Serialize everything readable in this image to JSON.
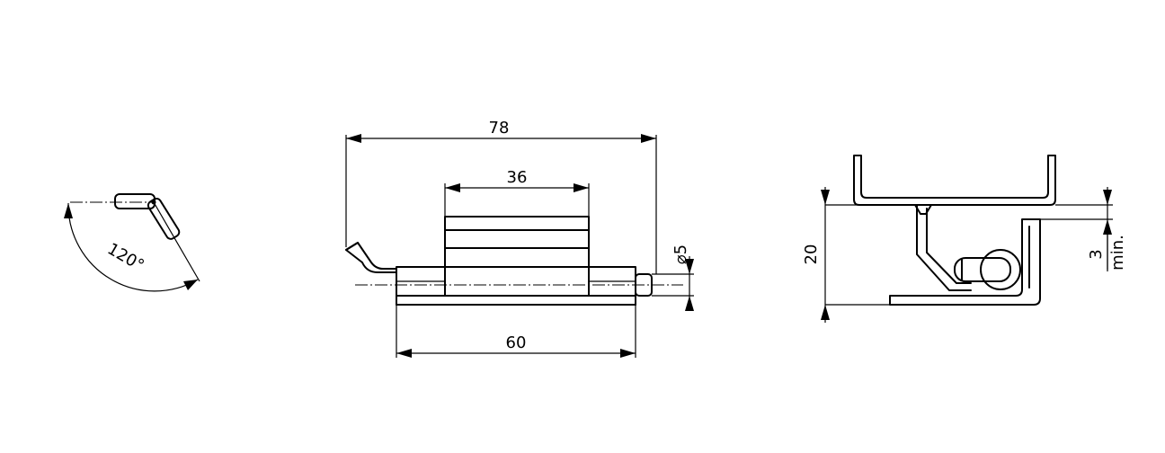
{
  "angle_view": {
    "angle_label": "120°"
  },
  "front_view": {
    "overall_length": "78",
    "leaf_width": "36",
    "hinge_length": "60",
    "pin_diameter": "⌀5"
  },
  "side_view": {
    "height": "20",
    "clearance_value": "3",
    "clearance_note": "min."
  }
}
